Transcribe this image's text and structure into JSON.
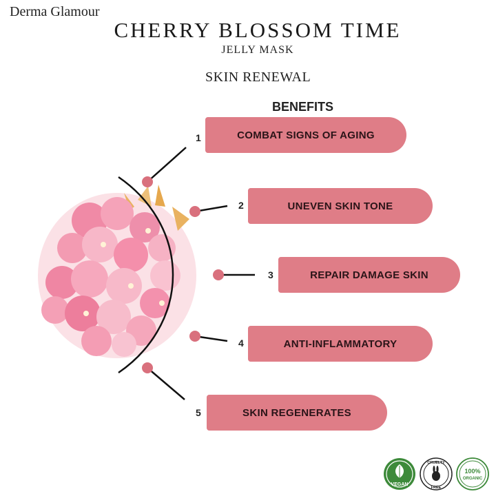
{
  "brand": "Derma Glamour",
  "title": "CHERRY BLOSSOM TIME",
  "subtitle": "JELLY MASK",
  "tagline": "SKIN RENEWAL",
  "benefits_heading": "BENEFITS",
  "benefits": [
    {
      "num": "1",
      "label": "COMBAT SIGNS OF AGING"
    },
    {
      "num": "2",
      "label": "UNEVEN SKIN TONE"
    },
    {
      "num": "3",
      "label": "REPAIR DAMAGE SKIN"
    },
    {
      "num": "4",
      "label": "ANTI-INFLAMMATORY"
    },
    {
      "num": "5",
      "label": "SKIN REGENERATES"
    }
  ],
  "badges": {
    "vegan": "VEGAN",
    "cruelty_top": "CRUELTY",
    "cruelty_bottom": "FREE",
    "organic_top": "100%",
    "organic_bottom": "ORGANIC"
  },
  "colors": {
    "pill": "#df7d87",
    "dot": "#d9707d",
    "green": "#3d8a3a"
  }
}
